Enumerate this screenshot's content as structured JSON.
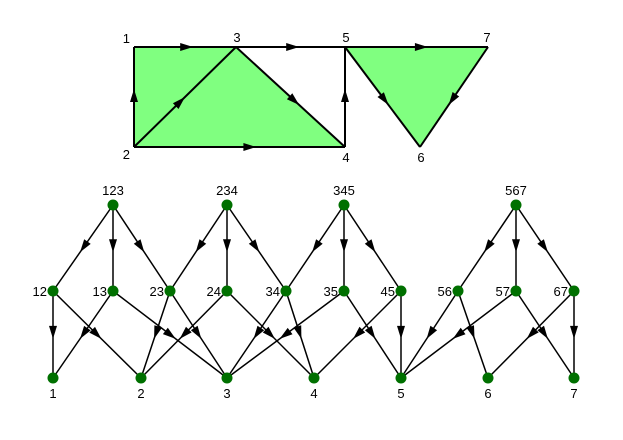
{
  "colors": {
    "fill": "#80ff80",
    "edge": "#000000",
    "node": "#007000",
    "background": "#ffffff"
  },
  "top_graph": {
    "vertices": [
      {
        "id": "1",
        "label": "1"
      },
      {
        "id": "2",
        "label": "2"
      },
      {
        "id": "3",
        "label": "3"
      },
      {
        "id": "4",
        "label": "4"
      },
      {
        "id": "5",
        "label": "5"
      },
      {
        "id": "6",
        "label": "6"
      },
      {
        "id": "7",
        "label": "7"
      }
    ],
    "faces": [
      [
        "1",
        "3",
        "4",
        "2"
      ],
      [
        "5",
        "7",
        "6"
      ]
    ],
    "edges": [
      [
        "1",
        "3"
      ],
      [
        "3",
        "5"
      ],
      [
        "5",
        "7"
      ],
      [
        "2",
        "1"
      ],
      [
        "2",
        "3"
      ],
      [
        "2",
        "4"
      ],
      [
        "3",
        "4"
      ],
      [
        "4",
        "5"
      ],
      [
        "5",
        "6"
      ],
      [
        "7",
        "6"
      ]
    ]
  },
  "lattice": {
    "top_level": [
      {
        "id": "123",
        "label": "123"
      },
      {
        "id": "234",
        "label": "234"
      },
      {
        "id": "345",
        "label": "345"
      },
      {
        "id": "567",
        "label": "567"
      }
    ],
    "middle_level": [
      {
        "id": "12",
        "label": "12"
      },
      {
        "id": "13",
        "label": "13"
      },
      {
        "id": "23",
        "label": "23"
      },
      {
        "id": "24",
        "label": "24"
      },
      {
        "id": "34",
        "label": "34"
      },
      {
        "id": "35",
        "label": "35"
      },
      {
        "id": "45",
        "label": "45"
      },
      {
        "id": "56",
        "label": "56"
      },
      {
        "id": "57",
        "label": "57"
      },
      {
        "id": "67",
        "label": "67"
      }
    ],
    "bottom_level": [
      {
        "id": "1",
        "label": "1"
      },
      {
        "id": "2",
        "label": "2"
      },
      {
        "id": "3",
        "label": "3"
      },
      {
        "id": "4",
        "label": "4"
      },
      {
        "id": "5",
        "label": "5"
      },
      {
        "id": "6",
        "label": "6"
      },
      {
        "id": "7",
        "label": "7"
      }
    ],
    "edges_top_to_middle": [
      [
        "123",
        "12"
      ],
      [
        "123",
        "13"
      ],
      [
        "123",
        "23"
      ],
      [
        "234",
        "23"
      ],
      [
        "234",
        "24"
      ],
      [
        "234",
        "34"
      ],
      [
        "345",
        "34"
      ],
      [
        "345",
        "35"
      ],
      [
        "345",
        "45"
      ],
      [
        "567",
        "56"
      ],
      [
        "567",
        "57"
      ],
      [
        "567",
        "67"
      ]
    ],
    "edges_middle_to_bottom": [
      [
        "12",
        "1"
      ],
      [
        "12",
        "2"
      ],
      [
        "13",
        "1"
      ],
      [
        "13",
        "3"
      ],
      [
        "23",
        "2"
      ],
      [
        "23",
        "3"
      ],
      [
        "24",
        "2"
      ],
      [
        "24",
        "4"
      ],
      [
        "34",
        "3"
      ],
      [
        "34",
        "4"
      ],
      [
        "35",
        "3"
      ],
      [
        "35",
        "5"
      ],
      [
        "45",
        "4"
      ],
      [
        "45",
        "5"
      ],
      [
        "56",
        "5"
      ],
      [
        "56",
        "6"
      ],
      [
        "57",
        "5"
      ],
      [
        "57",
        "7"
      ],
      [
        "67",
        "6"
      ],
      [
        "67",
        "7"
      ]
    ]
  }
}
